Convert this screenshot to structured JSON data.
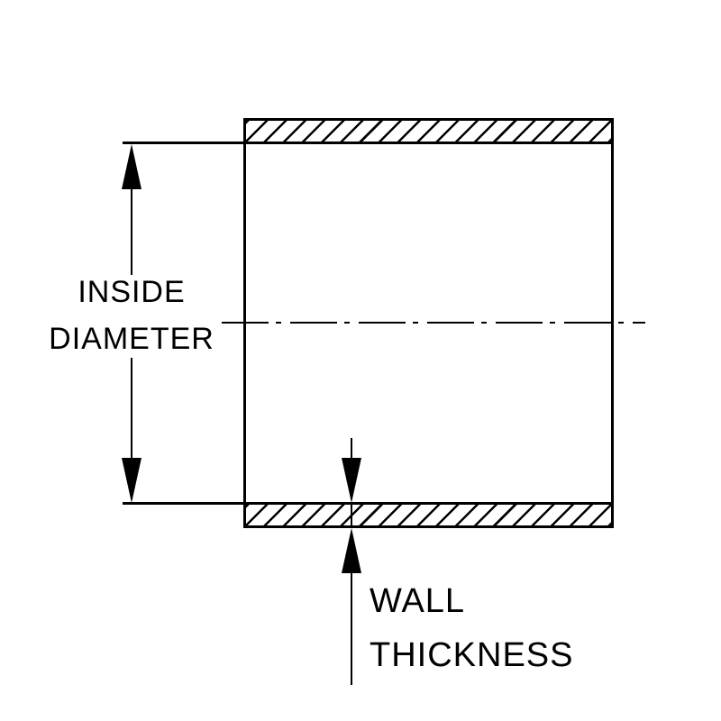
{
  "diagram": {
    "background_color": "#ffffff",
    "line_color": "#000000",
    "kind": "tube cross-section dimension drawing"
  },
  "labels": {
    "inside_diameter": {
      "line1": "INSIDE",
      "line2": "DIAMETER"
    },
    "wall_thickness": {
      "line1": "WALL",
      "line2": "THICKNESS"
    }
  }
}
